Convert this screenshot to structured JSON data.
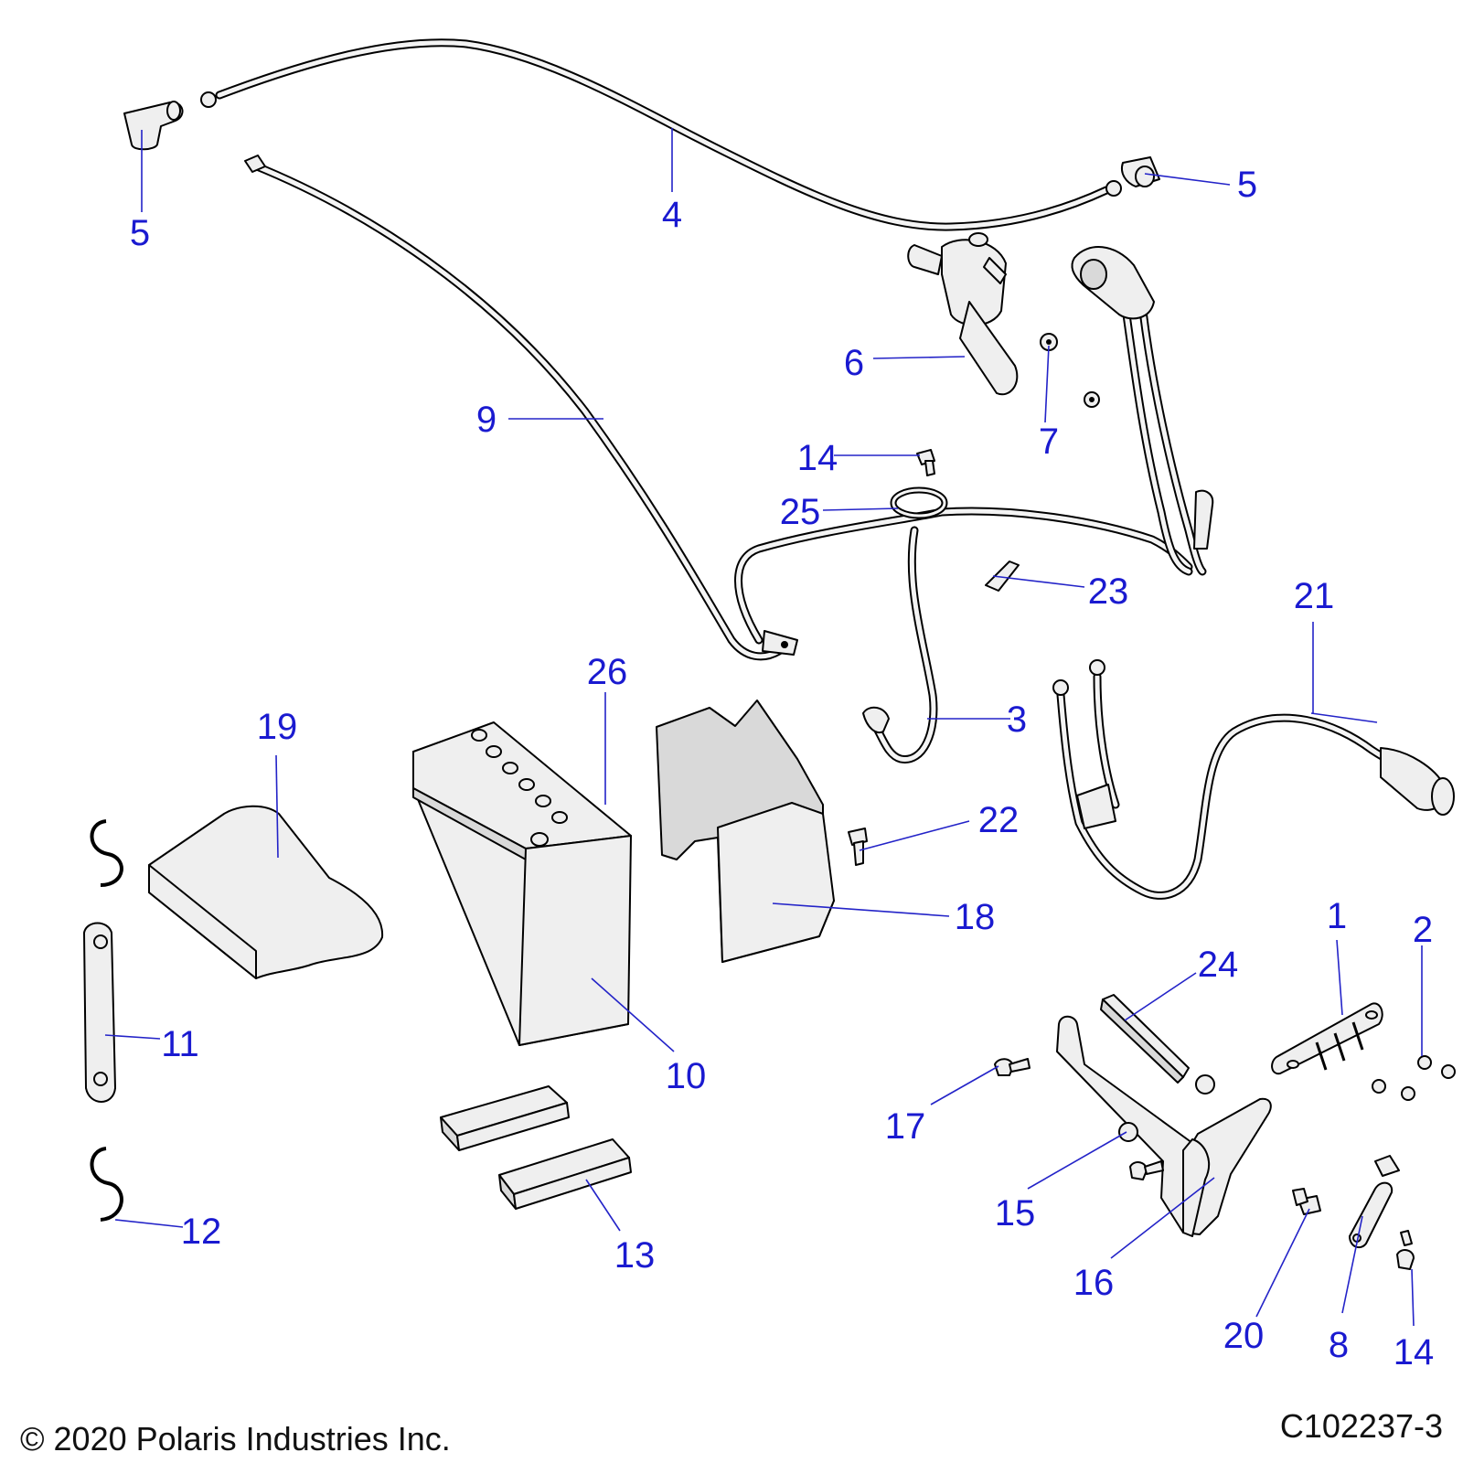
{
  "callouts": {
    "c1": "1",
    "c2": "2",
    "c3": "3",
    "c4": "4",
    "c5a": "5",
    "c5b": "5",
    "c6": "6",
    "c7": "7",
    "c8": "8",
    "c9": "9",
    "c10": "10",
    "c11": "11",
    "c12": "12",
    "c13": "13",
    "c14a": "14",
    "c14b": "14",
    "c15": "15",
    "c16": "16",
    "c17": "17",
    "c18": "18",
    "c19": "19",
    "c20": "20",
    "c21": "21",
    "c22": "22",
    "c23": "23",
    "c24": "24",
    "c25": "25",
    "c26": "26"
  },
  "footer": {
    "copyright": "© 2020 Polaris Industries Inc.",
    "diagram_id": "C102237-3"
  },
  "colors": {
    "callout": "#1a1ad0",
    "line_art": "#000000"
  }
}
